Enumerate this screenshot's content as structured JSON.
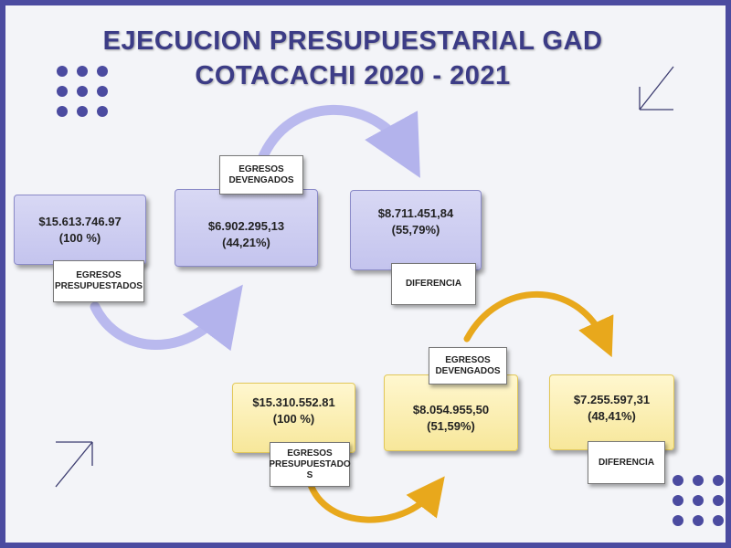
{
  "title": {
    "line1": "EJECUCION PRESUPUESTARIAL  GAD",
    "line2": "COTACACHI 2020 - 2021"
  },
  "row_2020": {
    "budget": {
      "amount": "$15.613.746.97",
      "percent": "(100 %)"
    },
    "budget_label": "EGRESOS PRESUPUESTADOS",
    "accrued": {
      "amount": "$6.902.295,13",
      "percent": "(44,21%)"
    },
    "accrued_label": "EGRESOS DEVENGADOS",
    "difference": {
      "amount": "$8.711.451,84",
      "percent": "(55,79%)"
    },
    "difference_label": "DIFERENCIA"
  },
  "row_2021": {
    "budget": {
      "amount": "$15.310.552.81",
      "percent": "(100 %)"
    },
    "budget_label": "EGRESOS PRESUPUESTADO S",
    "accrued": {
      "amount": "$8.054.955,50",
      "percent": "(51,59%)"
    },
    "accrued_label": "EGRESOS DEVENGADOS",
    "difference": {
      "amount": "$7.255.597,31",
      "percent": "(48,41%)"
    },
    "difference_label": "DIFERENCIA"
  },
  "colors": {
    "frame": "#4b4ba0",
    "title": "#3c3c86",
    "blue_box": "#c8c8f0",
    "yellow_box": "#f8e9a0",
    "blue_arrow": "#b9b9ee",
    "gold_arrow": "#e8a81c"
  }
}
